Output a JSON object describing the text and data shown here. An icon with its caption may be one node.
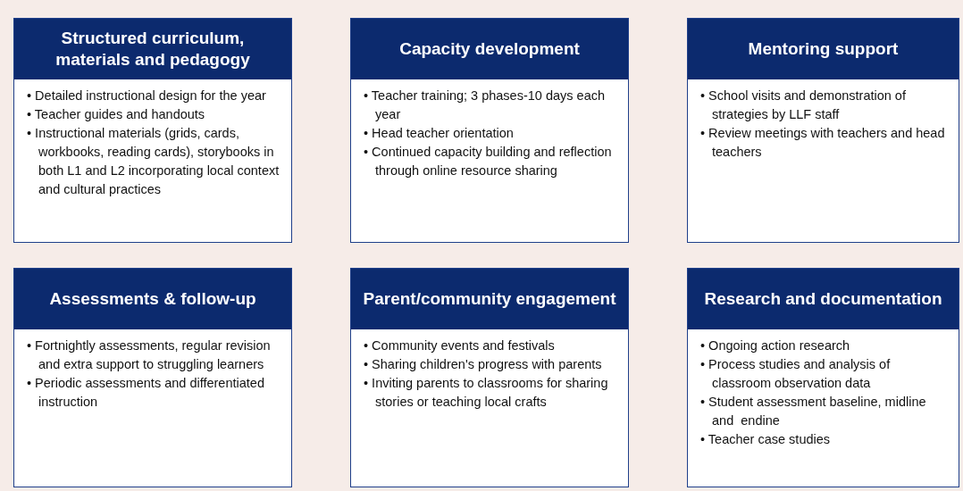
{
  "diagram": {
    "nodes": [
      {
        "text": [
          "Structured curriculum, materials and pedagogy",
          "• Detailed instructional design for the year",
          "• Teacher guides and handouts",
          "• Instructional materials (grids, cards, workbooks, reading cards), storybooks in both L1 and L2 incorporating local context and cultural practices"
        ]
      },
      {
        "text": [
          "Capacity development",
          "• Teacher training; 3 phases-10 days each year",
          "• Head teacher orientation",
          "• Continued capacity building and reflection through online resource sharing"
        ]
      },
      {
        "text": [
          "Mentoring support",
          "• School visits and demonstration of strategies by LLF staff",
          "• Review meetings with teachers and head teachers"
        ]
      },
      {
        "text": [
          "Assessments & follow-up",
          "• Fortnightly assessments, regular revision and extra support to struggling learners",
          "• Periodic assessments and differentiated instruction"
        ]
      },
      {
        "text": [
          "Parent/community engagement",
          "• Community events and festivals",
          "• Sharing children's progress with parents",
          "• Inviting parents to classrooms for sharing stories or teaching local crafts"
        ]
      },
      {
        "text": [
          "Research and documentation",
          "• Ongoing action research",
          "• Process studies and analysis of classroom observation data",
          "• Student assessment baseline, midline and  endine",
          "• Teacher case studies"
        ]
      }
    ],
    "edges": []
  }
}
